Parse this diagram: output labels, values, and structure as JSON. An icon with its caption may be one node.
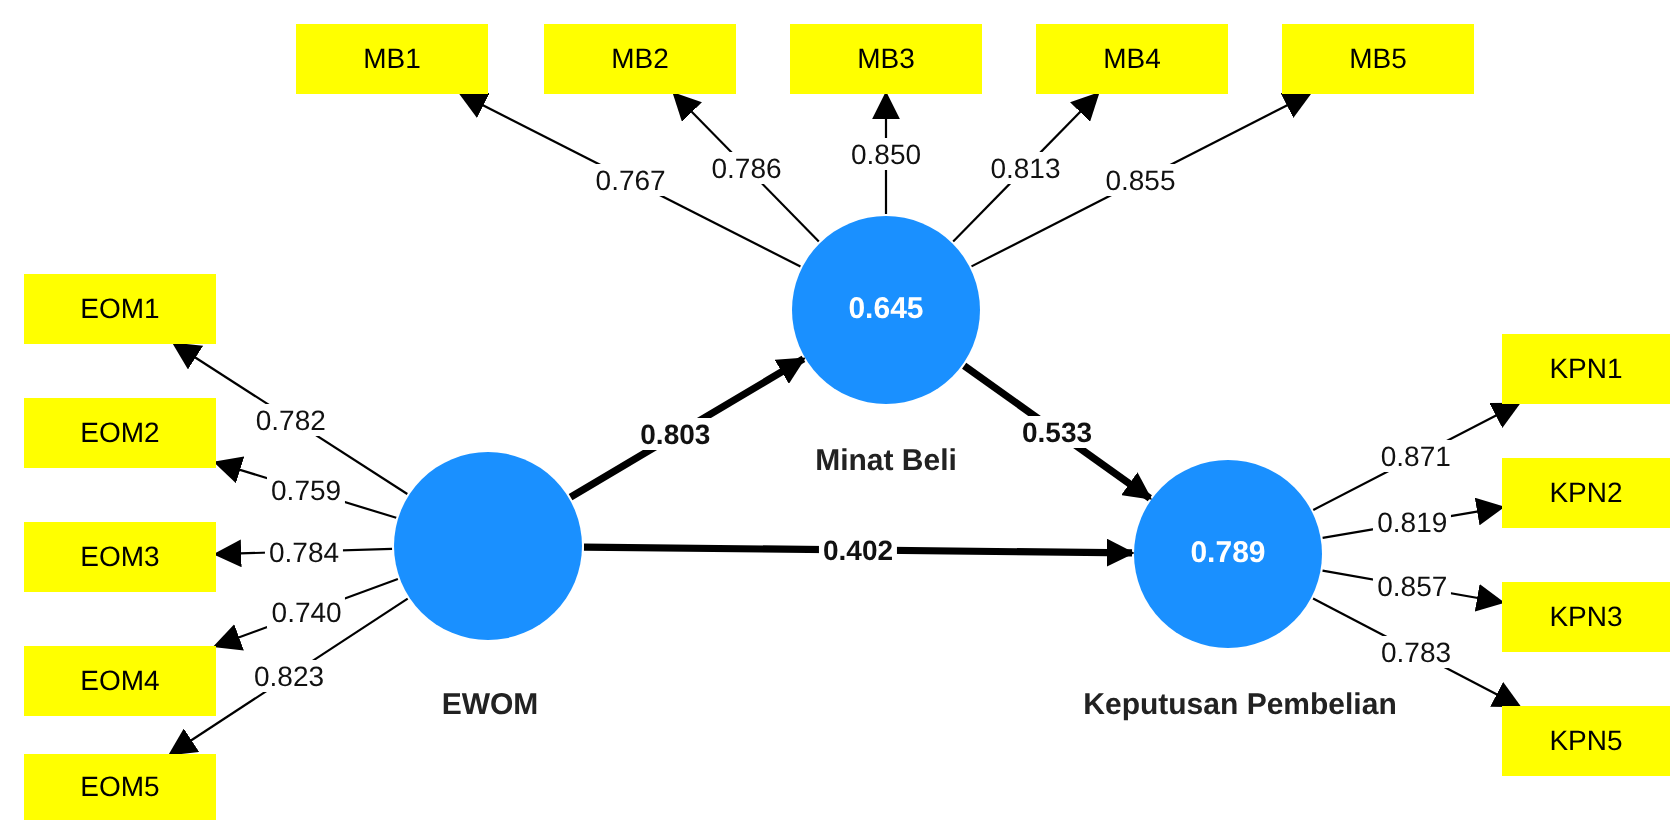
{
  "diagram": {
    "nodes": [
      {
        "text": [
          "MB1"
        ]
      },
      {
        "text": [
          "MB2"
        ]
      },
      {
        "text": [
          "MB3"
        ]
      },
      {
        "text": [
          "MB4"
        ]
      },
      {
        "text": [
          "MB5"
        ]
      },
      {
        "text": [
          "0.645"
        ],
        "beside": [
          "Minat Beli"
        ]
      },
      {
        "text": [
          "EOM1"
        ]
      },
      {
        "text": [
          "EOM2"
        ]
      },
      {
        "text": [
          "EOM3"
        ]
      },
      {
        "text": [
          "EOM4"
        ]
      },
      {
        "text": [
          "EOM5"
        ]
      },
      {
        "text": [],
        "shape": "circle",
        "beside": [
          "EWOM"
        ]
      },
      {
        "text": [
          "0.789"
        ],
        "beside": [
          "Keputusan Pembelian"
        ]
      },
      {
        "text": [
          "KPN1"
        ]
      },
      {
        "text": [
          "KPN2"
        ]
      },
      {
        "text": [
          "KPN3"
        ]
      },
      {
        "text": [
          "KPN5"
        ]
      }
    ],
    "edges": [
      {
        "from": 5,
        "to": 0,
        "arrow": "to",
        "label": "0.767"
      },
      {
        "from": 5,
        "to": 1,
        "arrow": "to",
        "label": "0.786"
      },
      {
        "from": 5,
        "to": 2,
        "arrow": "to",
        "label": "0.850"
      },
      {
        "from": 5,
        "to": 3,
        "arrow": "to",
        "label": "0.813"
      },
      {
        "from": 5,
        "to": 4,
        "arrow": "to",
        "label": "0.855"
      },
      {
        "from": 11,
        "to": 6,
        "arrow": "to",
        "label": "0.782"
      },
      {
        "from": 11,
        "to": 7,
        "arrow": "to",
        "label": "0.759"
      },
      {
        "from": 11,
        "to": 8,
        "arrow": "to",
        "label": "0.784"
      },
      {
        "from": 11,
        "to": 9,
        "arrow": "to",
        "label": "0.740"
      },
      {
        "from": 11,
        "to": 10,
        "arrow": "to",
        "label": "0.823"
      },
      {
        "from": 11,
        "to": 5,
        "arrow": "to",
        "label": "0.803",
        "style": "thick"
      },
      {
        "from": 5,
        "to": 12,
        "arrow": "to",
        "label": "0.533",
        "style": "thick"
      },
      {
        "from": 11,
        "to": 12,
        "arrow": "to",
        "label": "0.402",
        "style": "thick"
      },
      {
        "from": 12,
        "to": 13,
        "arrow": "to",
        "label": "0.871"
      },
      {
        "from": 12,
        "to": 14,
        "arrow": "to",
        "label": "0.819"
      },
      {
        "from": 12,
        "to": 15,
        "arrow": "to",
        "label": "0.857"
      },
      {
        "from": 12,
        "to": 16,
        "arrow": "to",
        "label": "0.783"
      }
    ]
  }
}
